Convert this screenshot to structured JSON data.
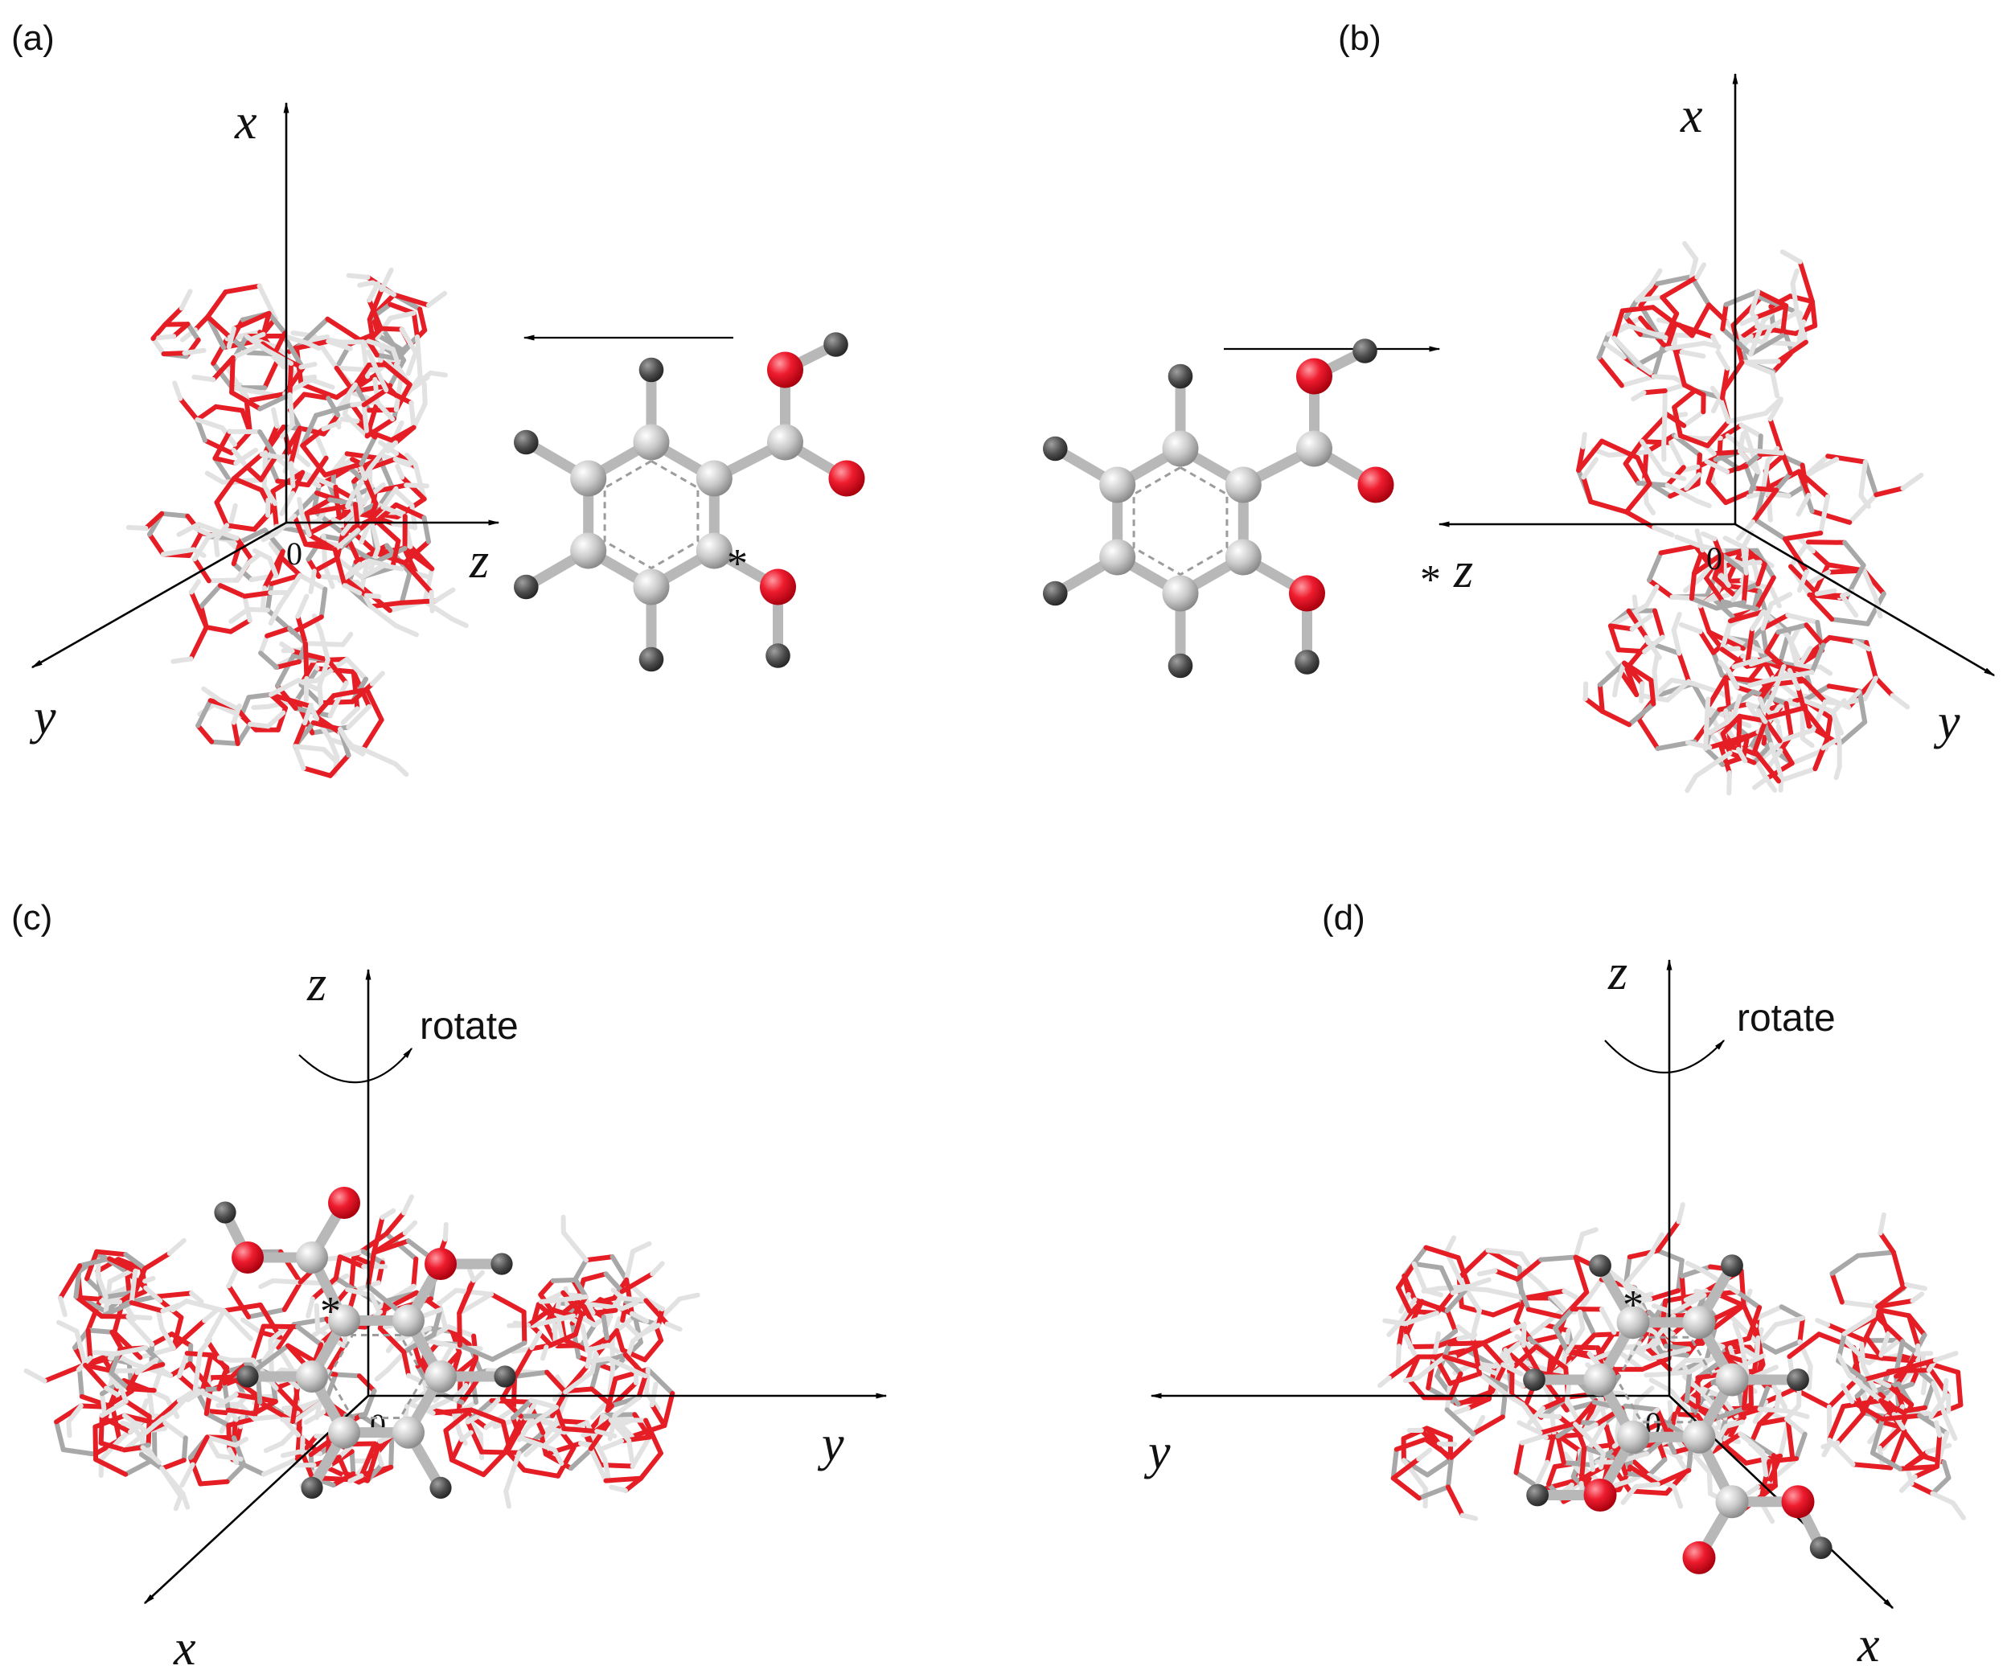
{
  "panels": {
    "a": {
      "label": "(a)",
      "axes": {
        "vertical": "x",
        "horizontal": "z",
        "diagonal": "y"
      },
      "origin": "0",
      "marker": "*"
    },
    "b": {
      "label": "(b)",
      "axes": {
        "vertical": "x",
        "horizontal": "z",
        "diagonal": "y"
      },
      "origin": "0",
      "marker": "*"
    },
    "c": {
      "label": "(c)",
      "axes": {
        "vertical": "z",
        "horizontal": "y",
        "diagonal": "x"
      },
      "origin": "0",
      "marker": "*",
      "rotate": "rotate"
    },
    "d": {
      "label": "(d)",
      "axes": {
        "vertical": "z",
        "horizontal": "y",
        "diagonal": "x"
      },
      "origin": "0",
      "marker": "*",
      "rotate": "rotate"
    }
  },
  "colors": {
    "oxygen": "#e8192c",
    "carbon": "#c4c4c4",
    "hydrogen": "#505050",
    "stick_grey": "#a8a8a8",
    "stick_red": "#e51e26",
    "stick_white": "#e2e2e2"
  }
}
